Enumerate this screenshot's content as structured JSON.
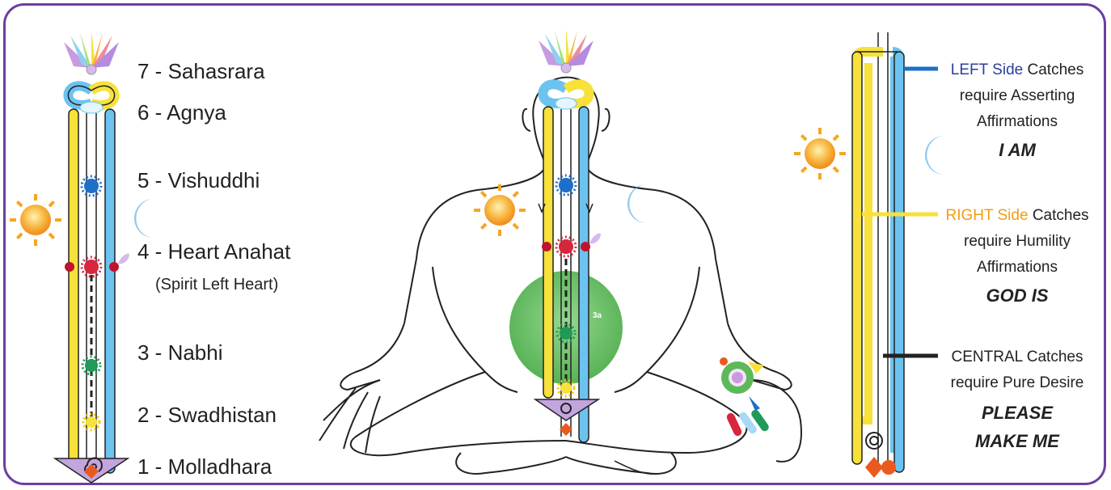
{
  "chakras": [
    {
      "label": "7 - Sahasrara"
    },
    {
      "label": "6 - Agnya"
    },
    {
      "label": "5 - Vishuddhi"
    },
    {
      "label": "4 - Heart Anahat"
    },
    {
      "label": "3 - Nabhi"
    },
    {
      "label": "2 - Swadhistan"
    },
    {
      "label": "1 - Molladhara"
    }
  ],
  "heart_note": "(Spirit Left Heart)",
  "nabhi_tag": "3a",
  "right_panel": {
    "left_side": {
      "colored": "LEFT Side",
      "rest": " Catches",
      "line2": "require Asserting",
      "line3": "Affirmations",
      "affirmation": "I AM"
    },
    "right_side": {
      "colored": "RIGHT Side",
      "rest": " Catches",
      "line2": "require Humility",
      "line3": "Affirmations",
      "affirmation": "GOD IS"
    },
    "central": {
      "line1": "CENTRAL Catches",
      "line2": "require Pure Desire",
      "affirmation_1": "PLEASE",
      "affirmation_2": "MAKE ME"
    }
  },
  "colors": {
    "frame": "#6a3fa0",
    "left_channel": "#6cc3ef",
    "right_channel": "#f7e13a",
    "left_text": "#2a3f9c",
    "right_text": "#f39c12",
    "nabhi_green": "#5db85a",
    "central_bar": "#222222"
  }
}
